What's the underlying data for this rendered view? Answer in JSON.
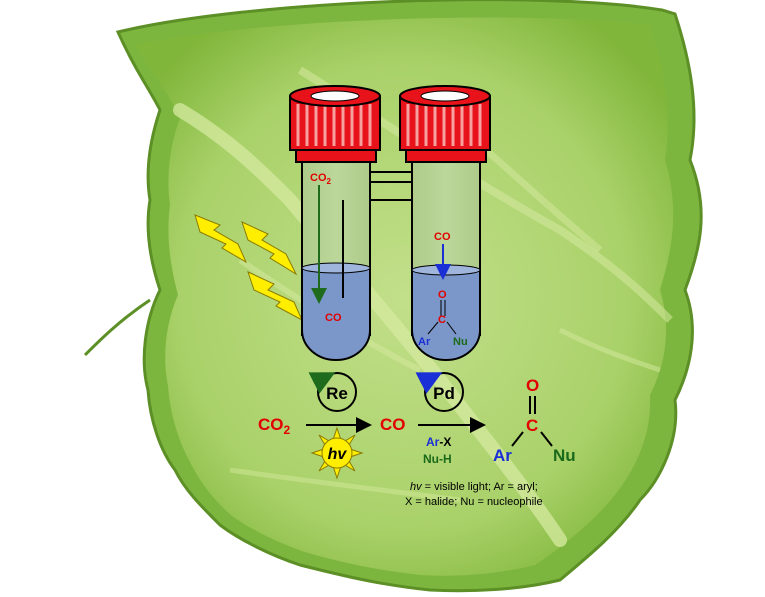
{
  "labels": {
    "co2_small": "CO",
    "co2_small_sub": "2",
    "co_left_tube": "CO",
    "co_right_tube": "CO",
    "tube_o": "O",
    "tube_c": "C",
    "tube_ar": "Ar",
    "tube_nu": "Nu",
    "re_catalyst": "Re",
    "pd_catalyst": "Pd",
    "co2_main": "CO",
    "co2_main_sub": "2",
    "co_main": "CO",
    "hv": "hv",
    "reagent_1_ar": "Ar",
    "reagent_1_x": "-X",
    "reagent_2": "Nu-H",
    "product_o": "O",
    "product_c": "C",
    "product_ar": "Ar",
    "product_nu": "Nu"
  },
  "legend": {
    "line1_hv": "hv",
    "line1_rest": " = visible light; Ar = aryl;",
    "line2": "X = halide; Nu = nucleophile"
  },
  "colors": {
    "leaf_dark": "#6aa22c",
    "leaf_light": "#c9e47a",
    "leaf_center": "#b5d67a",
    "cap_red": "#e8121a",
    "cap_stripe": "#f24c4c",
    "liquid_blue": "#7b96c8",
    "text_red": "#e30000",
    "text_blue": "#1a2fd6",
    "text_green": "#1a6a1a",
    "sun_yellow": "#ffee00",
    "bolt_yellow": "#ffee00"
  }
}
